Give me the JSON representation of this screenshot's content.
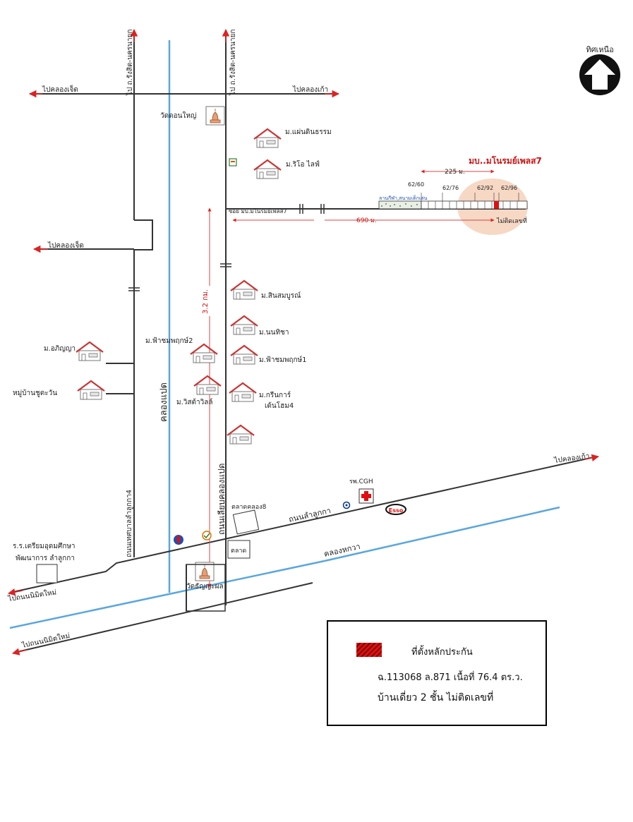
{
  "map": {
    "compass_label": "ทิศเหนือ",
    "project_title": "มบ..มโนรมย์เพลส7",
    "roads": {
      "top_left_vertical": "ไป ถ.รังสิต-นครนายก",
      "top_right_vertical": "ไป ถ.รังสิต-นครนายก",
      "to_khlong7_top": "ไปคลองเจ็ด",
      "to_khlong9_top": "ไปคลองเก้า",
      "to_khlong7_mid": "ไปคลองเจ็ด",
      "soi": "ซอย มบ.มโนรมย์เพลส7",
      "left_road": "ถนนเทศบาลลำลูกกา4",
      "right_road": "ถนนเลียบคลองแปด",
      "lamlukka_road": "ถนนลำลูกกา",
      "to_khlong9_bottom": "ไปคลองเก้า",
      "to_nimit_1": "ไปถนนนิมิตใหม่",
      "to_nimit_2": "ไปถนนนิมิตใหม่"
    },
    "canals": {
      "khlong8": "คลองแปด",
      "khlong_hok_wa": "คลองหกวา"
    },
    "distances": {
      "vertical": "3.2 กม.",
      "soi_length": "690 ม.",
      "plot_offset": "225 ม."
    },
    "house_numbers": [
      "62/60",
      "62/76",
      "62/92",
      "62/96"
    ],
    "playground_label": "ลานกีฬา,สนามเด็กเล่น",
    "no_address": "ไม่ติดเลขที่",
    "places": {
      "wat_don_yai": "วัดดอนใหญ่",
      "wat_thanyaphon": "วัดธัญญะผล",
      "hospital": "รพ.CGH",
      "market_khlong8": "ตลาดคลอง8",
      "market": "ตลาด",
      "school_line1": "ร.ร.เตรียมอุดมศึกษา",
      "school_line2": "พัฒนาการ ลำลูกกา",
      "esso": "Esso"
    },
    "villages": {
      "paen_din_tham": "ม.แผ่นดินธรรม",
      "rio_life": "ม.ริโอ ไลฟ์",
      "sin_somboon": "ม.สินสมบูรณ์",
      "nonthicha": "ม.นนทิชา",
      "fa_chompruek1": "ม.ฟ้าชมพฤกษ์1",
      "fa_chompruek2": "ม.ฟ้าชมพฤกษ์2",
      "green_garden_1": "ม.กรีนการ์",
      "green_garden_2": "เด้นโฮม4",
      "wisatawill": "ม.วิสต้าวิลล์",
      "aphinya": "ม.อภิญญา",
      "chutawan": "หมู่บ้านชูตะวัน"
    }
  },
  "legend": {
    "title": "ที่ตั้งหลักประกัน",
    "deed": "ฉ.113068   ล.871   เนื้อที่ 76.4   ตร.ว.",
    "house": "บ้านเดี่ยว  2 ชั้น   ไม่ติดเลขที่"
  },
  "colors": {
    "road": "#333333",
    "canal": "#5aa7dd",
    "arrow": "#dd2222",
    "highlight": "#f7d8c4",
    "plot": "#e01010"
  }
}
